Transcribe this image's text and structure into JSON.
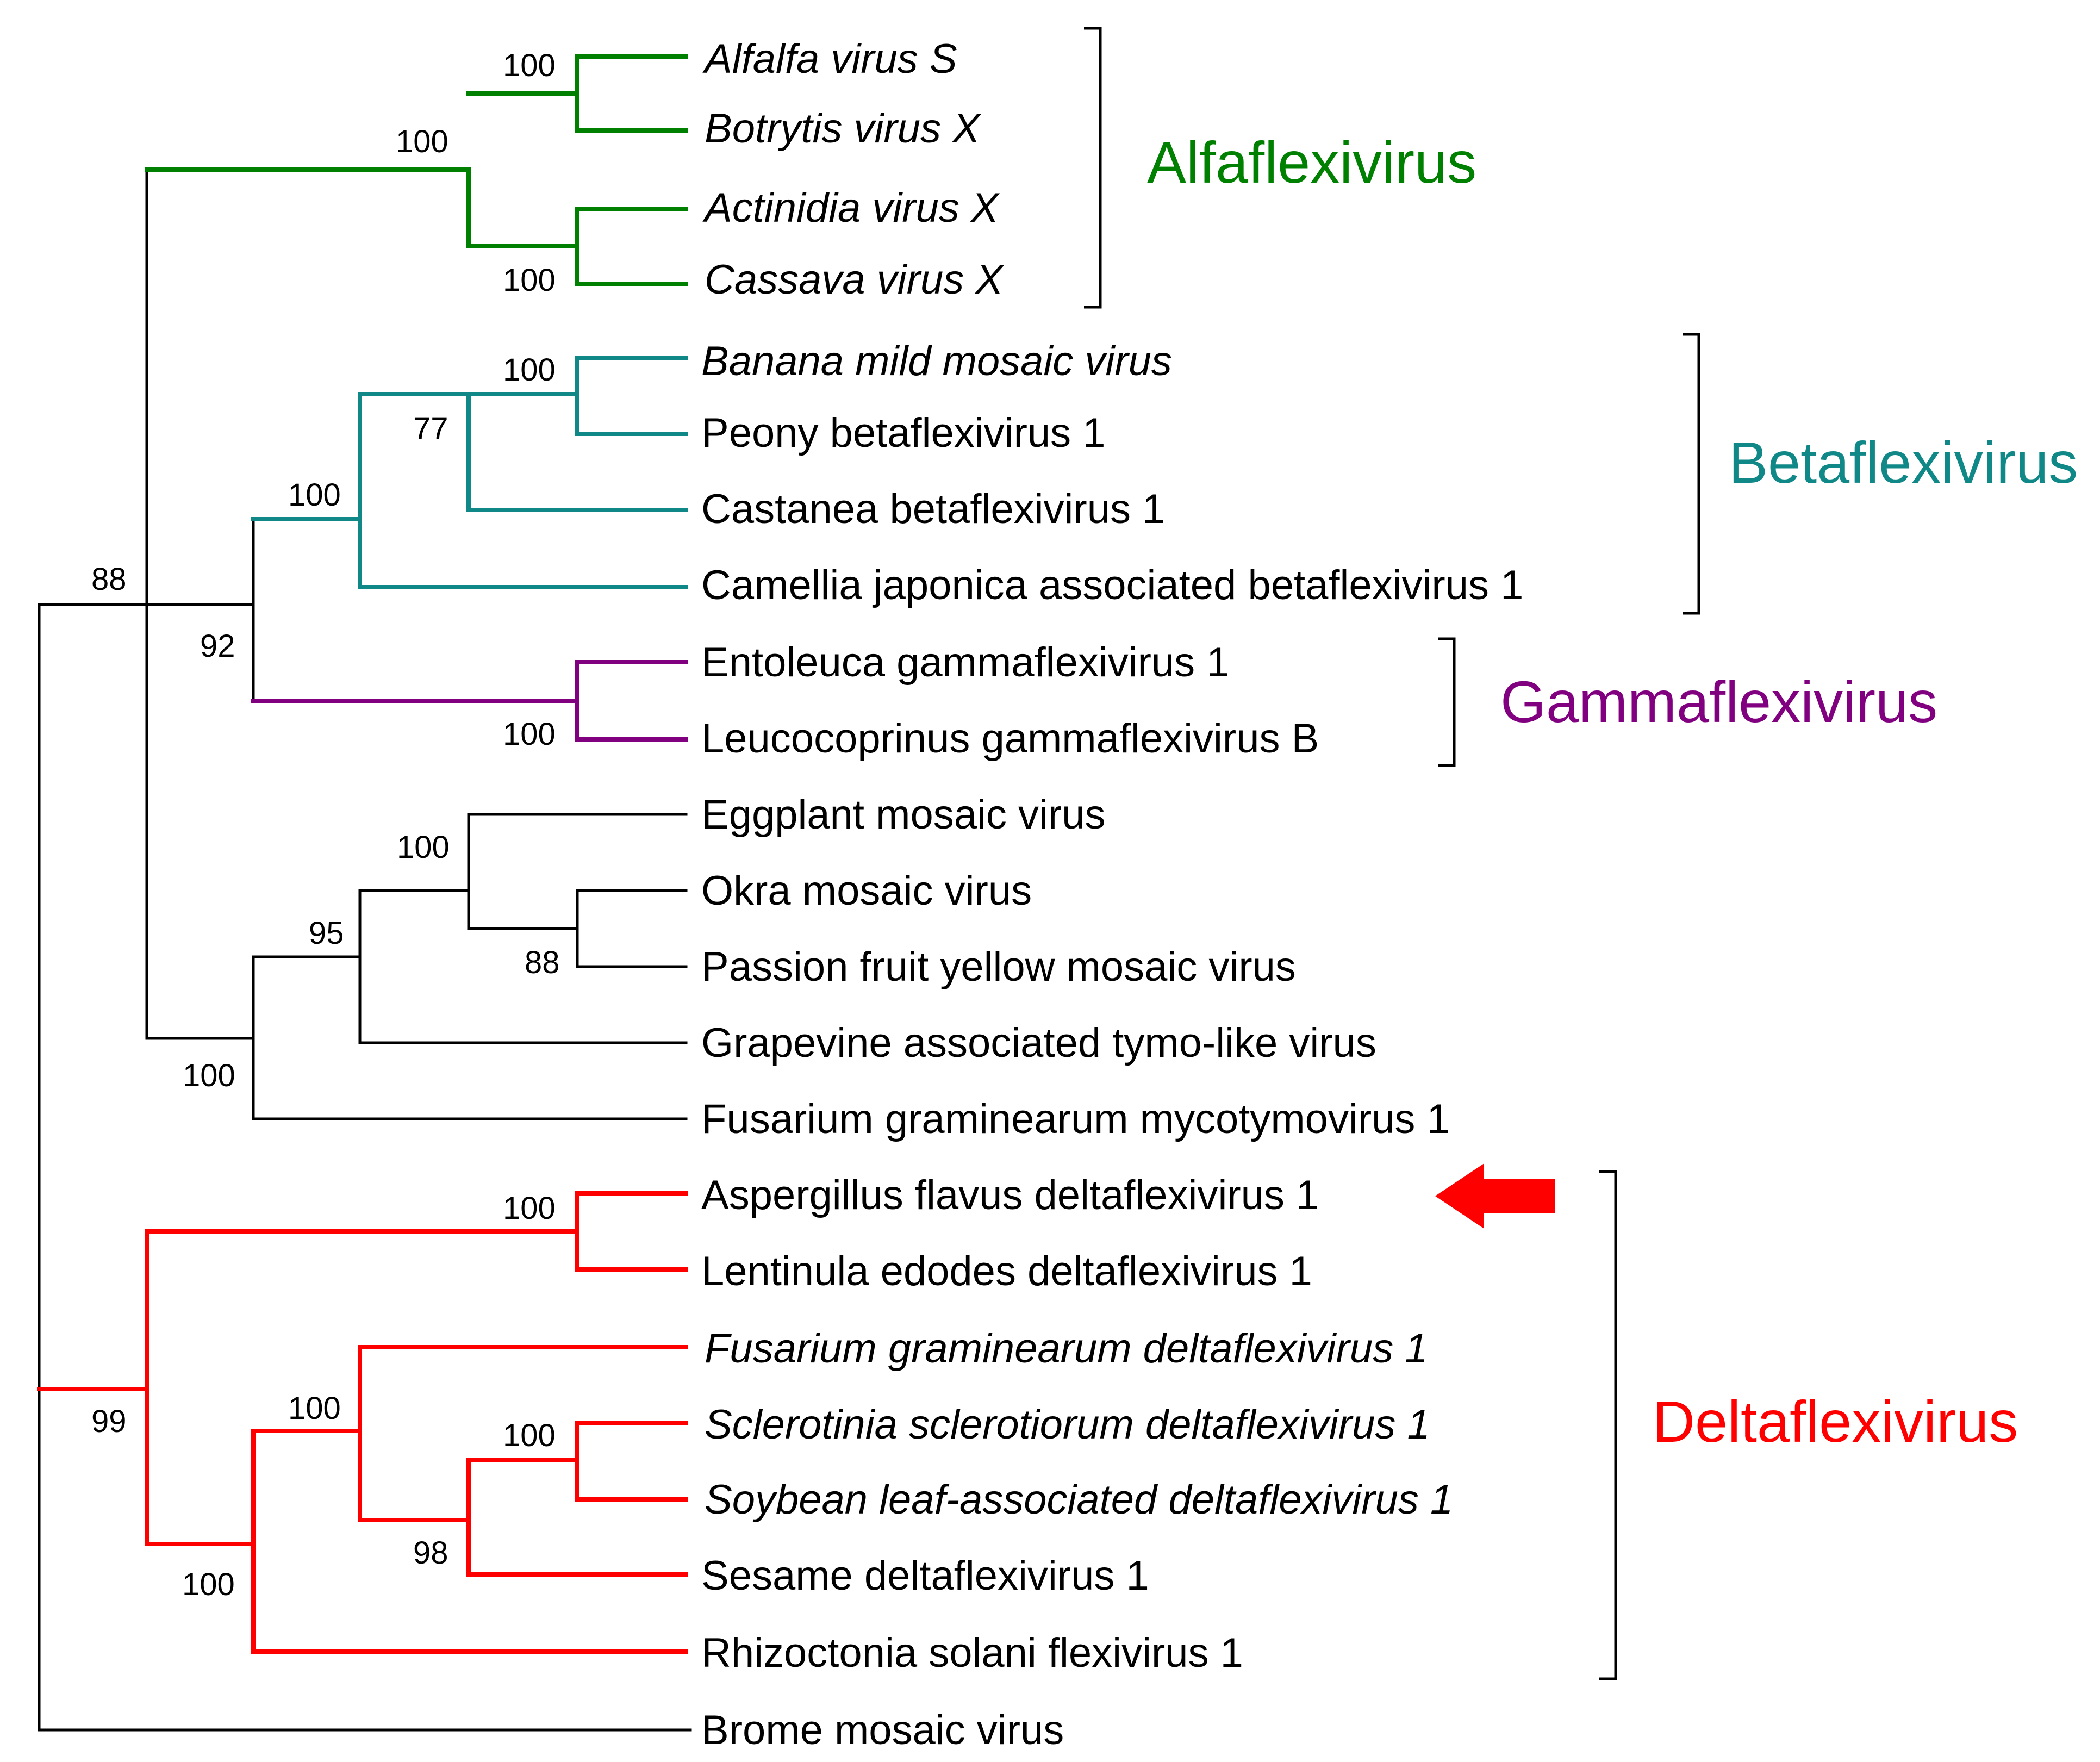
{
  "colors": {
    "alfaflexivirus": "#008000",
    "betaflexivirus": "#108888",
    "gammaflexivirus": "#800080",
    "deltaflexivirus": "#ff0000",
    "default": "#000000",
    "arrow": "#ff0000"
  },
  "clades": [
    {
      "key": "alfa",
      "label": "Alfaflexivirus",
      "color": "#008000"
    },
    {
      "key": "beta",
      "label": "Betaflexivirus",
      "color": "#108888"
    },
    {
      "key": "gamma",
      "label": "Gammaflexivirus",
      "color": "#800080"
    },
    {
      "key": "delta",
      "label": "Deltaflexivirus",
      "color": "#ff0000"
    }
  ],
  "taxa": [
    {
      "name": "Alfalfa virus S",
      "italic": true
    },
    {
      "name": "Botrytis virus X",
      "italic": true
    },
    {
      "name": "Actinidia virus X",
      "italic": true
    },
    {
      "name": "Cassava virus X",
      "italic": true
    },
    {
      "name": "Banana mild mosaic virus",
      "italic": true
    },
    {
      "name": "Peony betaflexivirus 1",
      "italic": false
    },
    {
      "name": "Castanea betaflexivirus 1",
      "italic": false
    },
    {
      "name": "Camellia japonica associated betaflexivirus 1",
      "italic": false
    },
    {
      "name": "Entoleuca gammaflexivirus 1",
      "italic": false
    },
    {
      "name": "Leucocoprinus gammaflexivirus B",
      "italic": false
    },
    {
      "name": "Eggplant mosaic virus",
      "italic": false
    },
    {
      "name": "Okra mosaic virus",
      "italic": false
    },
    {
      "name": "Passion fruit yellow mosaic virus",
      "italic": false
    },
    {
      "name": "Grapevine associated tymo-like virus",
      "italic": false
    },
    {
      "name": "Fusarium graminearum mycotymovirus 1",
      "italic": false
    },
    {
      "name": "Aspergillus flavus deltaflexivirus 1",
      "italic": false,
      "highlighted": true
    },
    {
      "name": "Lentinula edodes deltaflexivirus 1",
      "italic": false
    },
    {
      "name": "Fusarium graminearum deltaflexivirus 1",
      "italic": true
    },
    {
      "name": "Sclerotinia sclerotiorum deltaflexivirus 1",
      "italic": true
    },
    {
      "name": "Soybean leaf-associated deltaflexivirus 1",
      "italic": true
    },
    {
      "name": "Sesame deltaflexivirus 1",
      "italic": false
    },
    {
      "name": "Rhizoctonia solani flexivirus 1",
      "italic": false
    },
    {
      "name": "Brome mosaic virus",
      "italic": false
    }
  ],
  "support_values": {
    "alfa_avs_bvx": "100",
    "alfa_root": "100",
    "alfa_avx_cvx": "100",
    "beta_bmmv_peony": "100",
    "beta_castanea": "77",
    "beta_root": "100",
    "beta_gamma": "92",
    "gamma_root": "100",
    "non_delta": "88",
    "tymo_eggplant": "100",
    "tymo_okra_passion": "88",
    "tymo_grapevine": "95",
    "tymo_fusarium": "100",
    "delta_asp_lent": "100",
    "delta_fusarium": "100",
    "delta_scl_soy": "100",
    "delta_sesame": "98",
    "delta_rhizoctonia": "100",
    "delta_root": "99"
  }
}
